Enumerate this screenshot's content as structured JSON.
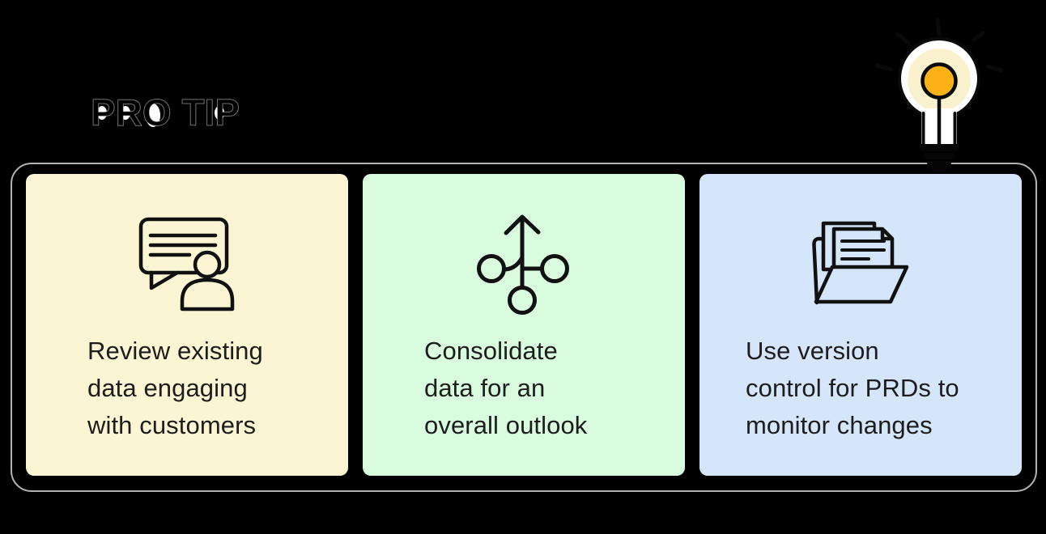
{
  "title": "PRO TIP",
  "colors": {
    "background": "#000000",
    "panel_border": "#E0E0E0",
    "ink": "#141414",
    "bulb_body": "#FFFFFF",
    "bulb_glow": "#FAF2CE",
    "bulb_orange": "#FBB216",
    "card_yellow": "#FBF5D4",
    "card_green": "#D9FBDE",
    "card_blue": "#D5E6FA"
  },
  "header": {
    "icon": "lightbulb-icon"
  },
  "cards": [
    {
      "id": "review-data",
      "icon": "chat-person-icon",
      "bg": "#FBF5D4",
      "lines": [
        "Review existing",
        "data engaging",
        "with customers"
      ]
    },
    {
      "id": "consolidate-data",
      "icon": "merge-arrows-icon",
      "bg": "#D9FBDE",
      "lines": [
        "Consolidate",
        "data for an",
        "overall outlook"
      ]
    },
    {
      "id": "version-control",
      "icon": "folder-documents-icon",
      "bg": "#D5E6FA",
      "lines": [
        "Use version",
        "control for PRDs to",
        "monitor changes"
      ]
    }
  ]
}
